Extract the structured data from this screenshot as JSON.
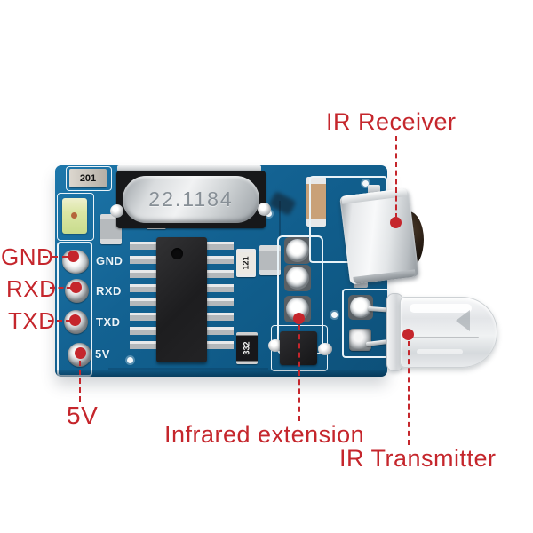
{
  "colors": {
    "annotation_red": "#c5262c",
    "pcb_blue": "#10608f",
    "silkscreen_white": "#e9f3f8"
  },
  "callouts": {
    "ir_receiver": "IR Receiver",
    "gnd": "GND",
    "rxd": "RXD",
    "txd": "TXD",
    "five_v": "5V",
    "infrared_extension": "Infrared extension",
    "ir_transmitter": "IR Transmitter"
  },
  "module": {
    "crystal_marking": "22.1184",
    "pin_labels": [
      "GND",
      "RXD",
      "TXD",
      "5V"
    ],
    "smd_markings": {
      "top_left_resistor": "201",
      "middle_resistor": "121",
      "bottom_resistor": "332"
    }
  }
}
